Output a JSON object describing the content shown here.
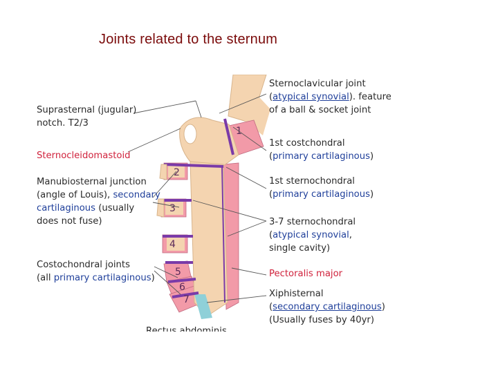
{
  "title": "Joints related to the sternum",
  "left_labels": {
    "suprasternal": {
      "line1": "Suprasternal (jugular)",
      "line2": "notch. T2/3"
    },
    "sternocleidomastoid": "Sternocleidomastoid",
    "manubriosternal": {
      "line1": "Manubiosternal junction",
      "line2_a": "(angle of Louis), ",
      "line2_b": "secondary",
      "line3_a": "cartilaginous",
      "line3_b": " (usually",
      "line4": "does not fuse)"
    },
    "costochondral": {
      "line1": "Costochondral joints",
      "line2_a": "(all ",
      "line2_b": "primary cartilaginous",
      "line2_c": ")"
    },
    "rectus": "Rectus abdominis"
  },
  "right_labels": {
    "sternoclavicular": {
      "line1": "Sternoclavicular joint",
      "line2_a": "(",
      "line2_b": "atypical synovial",
      "line2_c": "). features",
      "line3": "of a ball & socket joint"
    },
    "costochondral_1st": {
      "line1": "1st costchondral",
      "line2_a": "(",
      "line2_b": "primary cartilaginous",
      "line2_c": ")"
    },
    "sternochondral_1st": {
      "line1": "1st sternochondral",
      "line2_a": "(",
      "line2_b": "primary cartilaginous",
      "line2_c": ")"
    },
    "sternochondral_3_7": {
      "line1": "3-7 sternochondral",
      "line2_a": "(",
      "line2_b": "atypical synovial",
      "line2_c": ",",
      "line3": "single cavity)"
    },
    "pectoralis": "Pectoralis major",
    "xiphisternal": {
      "line1": "Xiphisternal",
      "line2_a": "(",
      "line2_b": "secondary cartilaginous",
      "line2_c": ")",
      "line3": "(Usually fuses by 40yr)"
    }
  },
  "rib_numbers": [
    "1",
    "2",
    "3",
    "4",
    "5",
    "6",
    "7"
  ],
  "colors": {
    "title": "#7a0a0a",
    "bone": "#f4d4b0",
    "cartilage_pink": "#f29aa8",
    "joint_purple": "#7a3aa8",
    "label_blue": "#1f3f9a",
    "label_red": "#d0223c",
    "xiphoid": "#8fd0d8"
  }
}
